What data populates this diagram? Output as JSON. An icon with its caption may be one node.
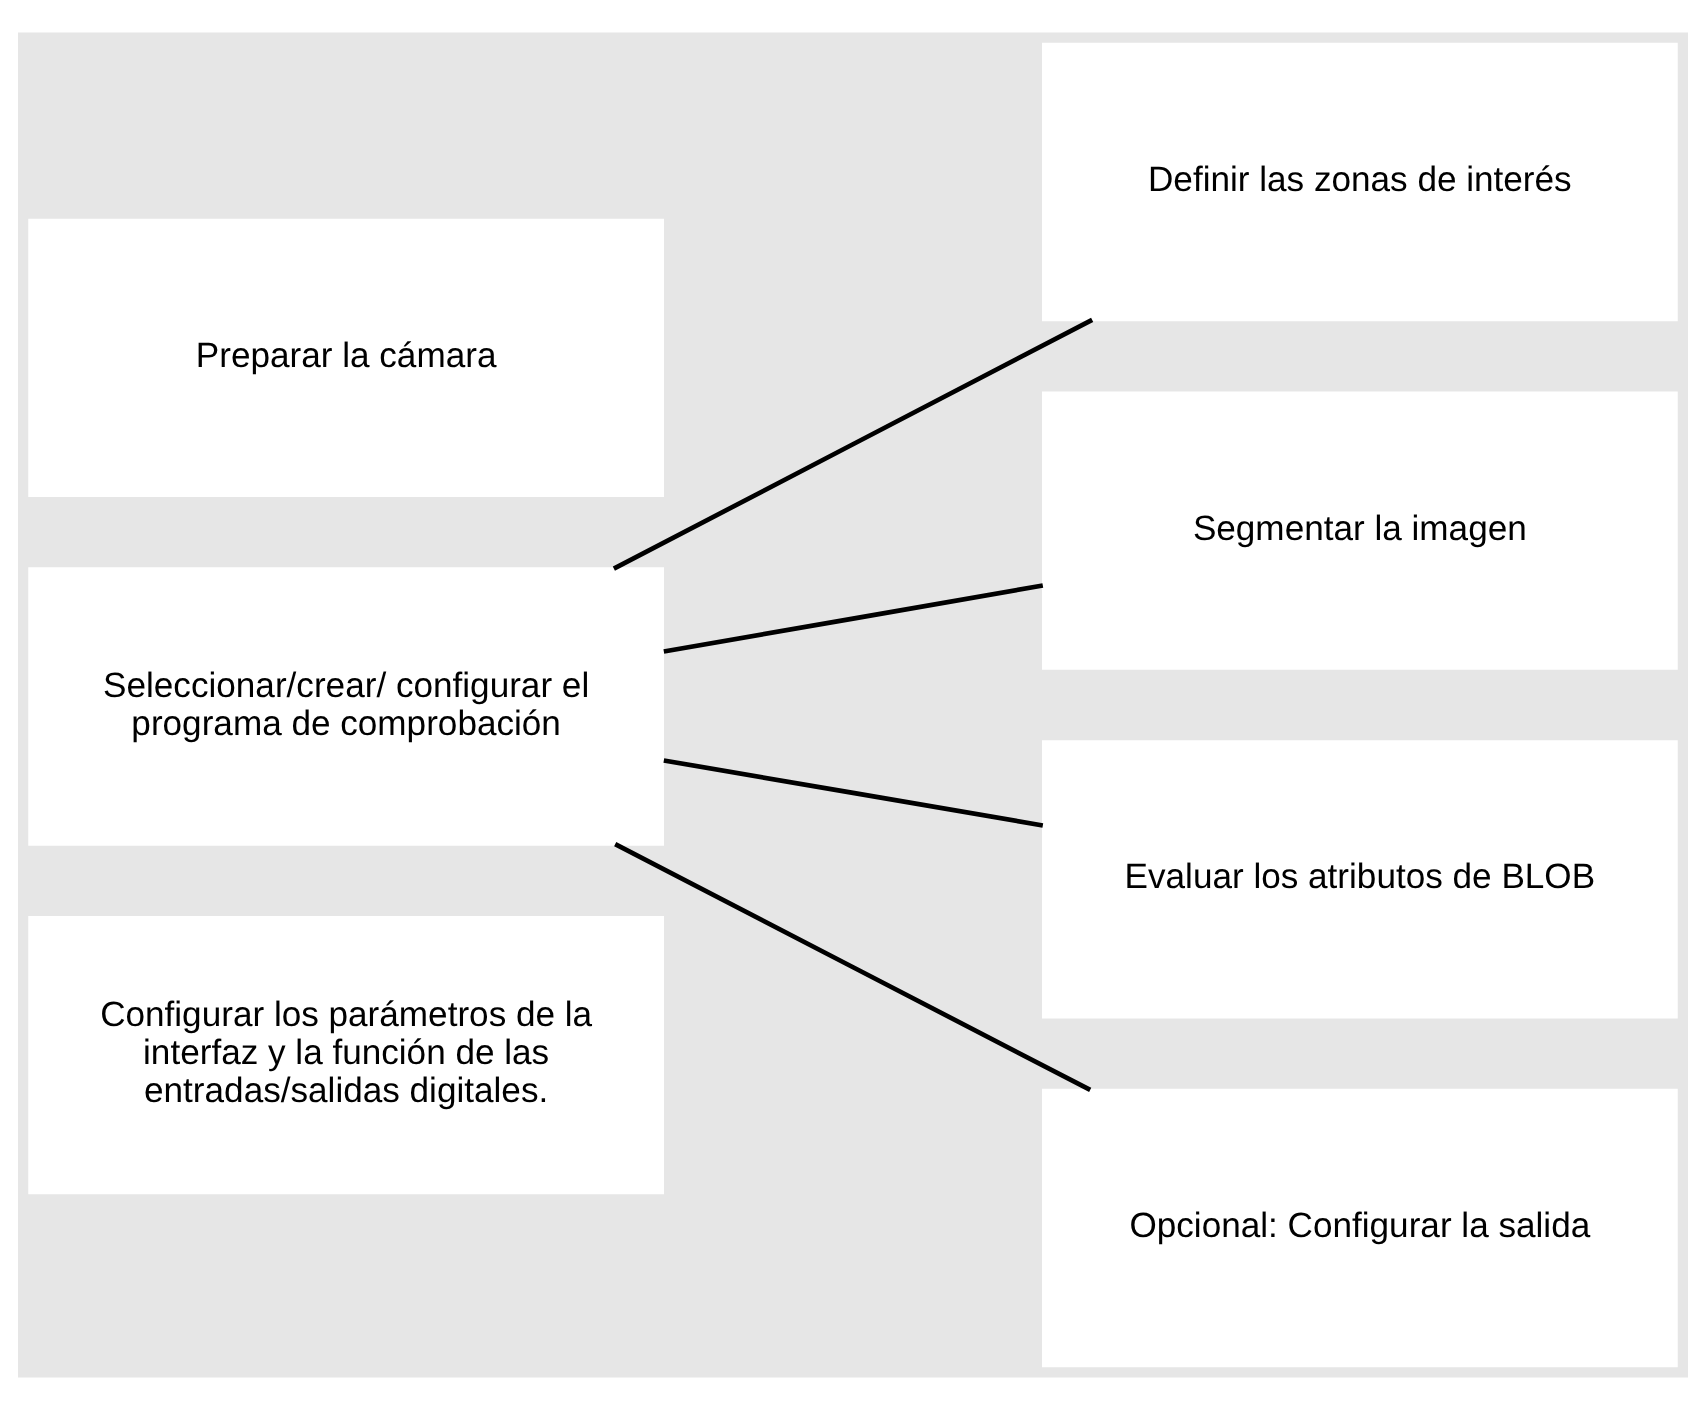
{
  "diagram": {
    "nodes": [
      {
        "text": [
          "Preparar la cámara"
        ]
      },
      {
        "text": [
          "Seleccionar/crear/ configurar el programa de comprobación"
        ]
      },
      {
        "text": [
          "Configurar los parámetros de la interfaz y la función de las entradas/salidas digitales."
        ]
      },
      {
        "text": [
          "Definir las zonas de interés"
        ]
      },
      {
        "text": [
          "Segmentar la imagen"
        ]
      },
      {
        "text": [
          "Evaluar los atributos de BLOB"
        ]
      },
      {
        "text": [
          "Opcional: Configurar la salida"
        ]
      }
    ],
    "edges": [
      {
        "from": 1,
        "to": 3,
        "arrow": "none"
      },
      {
        "from": 1,
        "to": 4,
        "arrow": "none"
      },
      {
        "from": 1,
        "to": 5,
        "arrow": "none"
      },
      {
        "from": 1,
        "to": 6,
        "arrow": "none"
      }
    ]
  }
}
